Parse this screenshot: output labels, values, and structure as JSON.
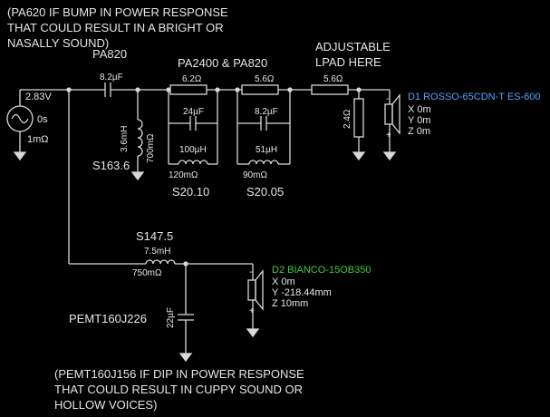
{
  "notes": {
    "top_1": "(PA620 IF BUMP IN POWER RESPONSE",
    "top_2": "THAT COULD RESULT IN A BRIGHT OR",
    "top_3": "NASALLY SOUND)",
    "lpad_1": "ADJUSTABLE",
    "lpad_2": "LPAD HERE",
    "bottom_1": "(PEMT160J156 IF DIP IN POWER RESPONSE",
    "bottom_2": "THAT COULD RESULT IN CUPPY SOUND OR",
    "bottom_3": "HOLLOW VOICES)"
  },
  "source": {
    "voltage": "2.83V",
    "phase": "0s",
    "resistance": "1mΩ"
  },
  "woofer_branch": {
    "cap_part": "PA820",
    "cap_value": "8.2µF",
    "shunt_coil_value": "3.6mH",
    "shunt_coil_res": "700mΩ",
    "shunt_coil_part": "S163.6",
    "group_label": "PA2400 & PA820",
    "r1": "6.2Ω",
    "c1": "24µF",
    "l1": "100µH",
    "l1_res": "120mΩ",
    "l1_part": "S20.10",
    "r2": "5.6Ω",
    "c2": "8.2µF",
    "l2": "51µH",
    "l2_res": "90mΩ",
    "l2_part": "S20.05",
    "r3": "5.6Ω",
    "shunt_r": "2.4Ω"
  },
  "driver_1": {
    "name": "D1 ROSSO-65CDN-T ES-600",
    "x": "X 0m",
    "y": "Y 0m",
    "z": "Z 0m",
    "color": "#4fa3ff"
  },
  "tweeter_branch": {
    "coil_part": "S147.5",
    "coil_value": "7.5mH",
    "coil_res": "750mΩ",
    "cap_part": "PEMT160J226",
    "cap_value": "22µF"
  },
  "driver_2": {
    "name": "D2 BIANCO-15OB350",
    "x": "X 0m",
    "y": "Y -218.44mm",
    "z": "Z 10mm",
    "color": "#3ccf3c"
  }
}
